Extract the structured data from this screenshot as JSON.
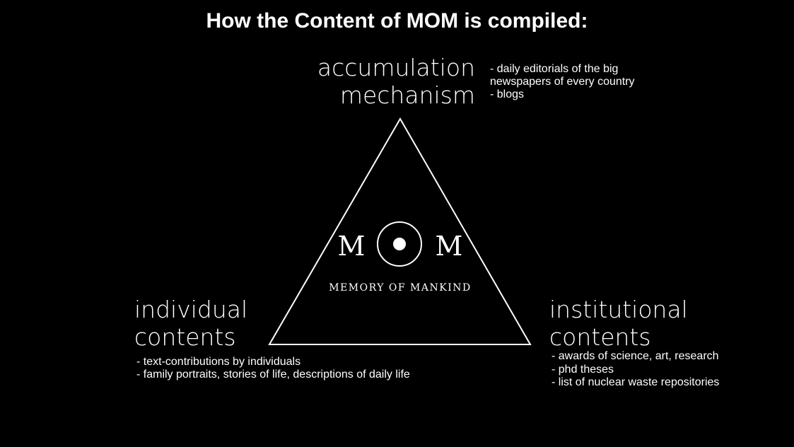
{
  "title": "How the Content of MOM is compiled:",
  "logo": {
    "letter_left": "M",
    "letter_right": "M",
    "caption": "MEMORY OF MANKIND"
  },
  "nodes": {
    "top": {
      "heading": [
        "accumulation",
        "mechanism"
      ],
      "items": [
        "- daily editorials of the big",
        "newspapers of every country",
        "- blogs"
      ]
    },
    "left": {
      "heading": [
        "individual",
        "contents"
      ],
      "items": [
        "- text-contributions by individuals",
        "- family portraits, stories of life, descriptions of daily life"
      ]
    },
    "right": {
      "heading": [
        "institutional",
        "contents"
      ],
      "items": [
        "- awards of science, art, research",
        "- phd theses",
        "- list of nuclear waste repositories"
      ]
    }
  },
  "colors": {
    "background": "#000000",
    "foreground": "#ffffff"
  }
}
